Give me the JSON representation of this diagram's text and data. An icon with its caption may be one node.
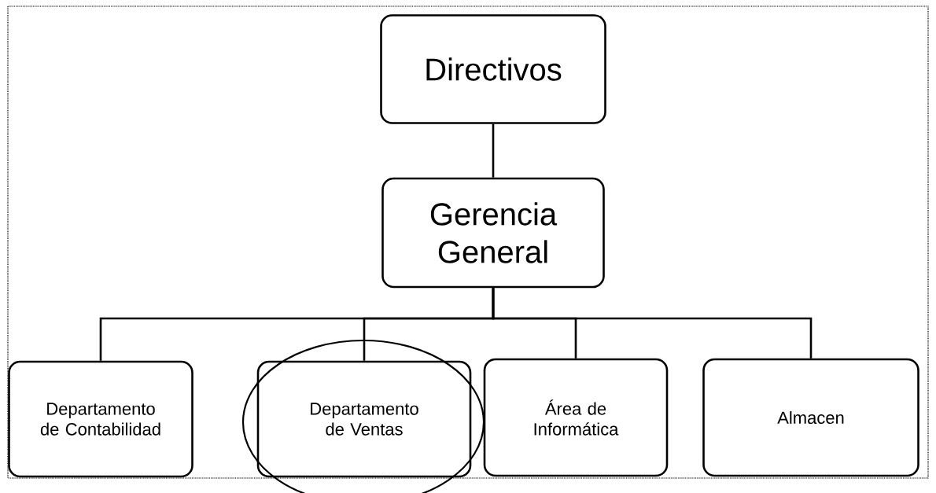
{
  "diagram": {
    "nodes": [
      {
        "text": [
          "Directivos"
        ]
      },
      {
        "text": [
          "Gerencia General"
        ]
      },
      {
        "text": [
          "Departamento de Contabilidad"
        ]
      },
      {
        "text": [
          "Departamento de Ventas"
        ]
      },
      {
        "text": [
          "Área de Informática"
        ]
      },
      {
        "text": [
          "Almacen"
        ]
      }
    ],
    "edges": [
      {
        "from": 0,
        "to": 1,
        "arrow": "none"
      },
      {
        "from": 1,
        "to": 2,
        "arrow": "none"
      },
      {
        "from": 1,
        "to": 3,
        "arrow": "none"
      },
      {
        "from": 1,
        "to": 4,
        "arrow": "none"
      },
      {
        "from": 1,
        "to": 5,
        "arrow": "none"
      }
    ]
  }
}
